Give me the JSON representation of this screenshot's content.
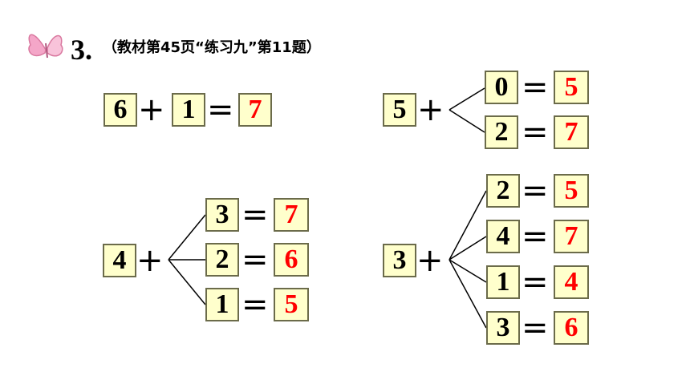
{
  "header": {
    "number": "3.",
    "reference": "（教材第45页“练习九”第11题）"
  },
  "ops": {
    "plus": "+",
    "equals": "="
  },
  "colors": {
    "box_fill": "#ffffcc",
    "answer": "#ff0000",
    "butterfly": "#f4a6c8"
  },
  "icons": {
    "decoration": "butterfly-icon"
  },
  "problems": {
    "p1": {
      "a": "6",
      "b": "1",
      "result": "7"
    },
    "p2": {
      "base": "5",
      "rows": [
        {
          "addend": "0",
          "result": "5"
        },
        {
          "addend": "2",
          "result": "7"
        }
      ]
    },
    "p3": {
      "base": "4",
      "rows": [
        {
          "addend": "3",
          "result": "7"
        },
        {
          "addend": "2",
          "result": "6"
        },
        {
          "addend": "1",
          "result": "5"
        }
      ]
    },
    "p4": {
      "base": "3",
      "rows": [
        {
          "addend": "2",
          "result": "5"
        },
        {
          "addend": "4",
          "result": "7"
        },
        {
          "addend": "1",
          "result": "4"
        },
        {
          "addend": "3",
          "result": "6"
        }
      ]
    }
  }
}
